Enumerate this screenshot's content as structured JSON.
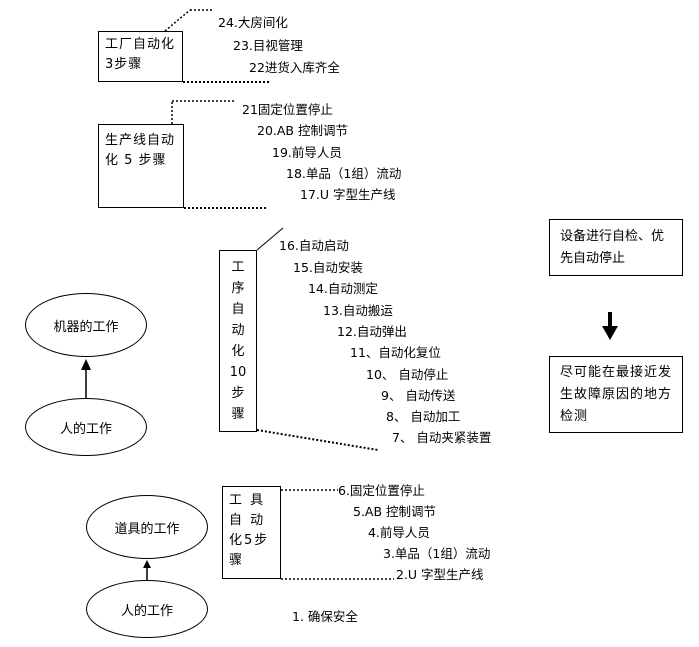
{
  "group1": {
    "label": "工厂自动化 3步骤",
    "steps": [
      "24.大房间化",
      "23.目视管理",
      "22进货入库齐全"
    ]
  },
  "group2": {
    "label": "生产线自动化 5 步骤",
    "steps": [
      "21固定位置停止",
      "20.AB 控制调节",
      "19.前导人员",
      "18.单品（1组）流动",
      "17.U 字型生产线"
    ]
  },
  "group3": {
    "label_chars": [
      "工",
      "序",
      "自",
      "动",
      "化",
      "10",
      "步",
      "骤"
    ],
    "steps": [
      "16.自动启动",
      "15.自动安装",
      "14.自动测定",
      "13.自动搬运",
      "12.自动弹出",
      "11、自动化复位",
      "10、 自动停止",
      "9、 自动传送",
      "8、 自动加工",
      "7、 自动夹紧装置"
    ]
  },
  "group4": {
    "label": "工 具 自 动 化5步 骤",
    "steps": [
      "6.固定位置停止",
      "5.AB 控制调节",
      "4.前导人员",
      "3.单品（1组）流动",
      "2.U 字型生产线"
    ],
    "base_step": "1.   确保安全"
  },
  "right": {
    "top_box": "设备进行自检、优先自动停止",
    "bottom_box": "尽可能在最接近发生故障原因的地方检测"
  },
  "ellipses": {
    "machine_work": "机器的工作",
    "human_work_1": "人的工作",
    "tool_work": "道具的工作",
    "human_work_2": "人的工作"
  }
}
